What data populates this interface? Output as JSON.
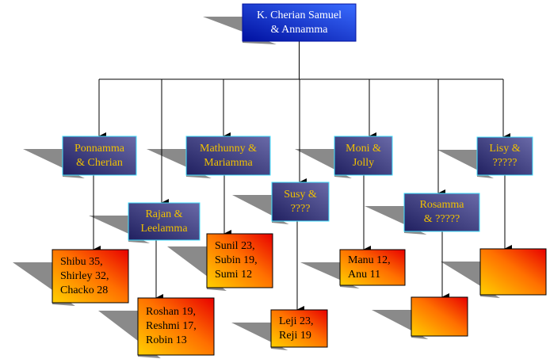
{
  "root": {
    "name": "K. Cherian Samuel\n& Annamma"
  },
  "couples": [
    {
      "id": "ponnamma",
      "name": "Ponnamma\n& Cherian",
      "children": "Shibu 35,\nShirley 32,\nChacko 28"
    },
    {
      "id": "rajan",
      "name": "Rajan &\nLeelamma",
      "children": "Roshan 19,\nReshmi 17,\nRobin 13"
    },
    {
      "id": "mathunny",
      "name": "Mathunny &\nMariamma",
      "children": "Sunil 23,\nSubin 19,\nSumi 12"
    },
    {
      "id": "susy",
      "name": "Susy &\n????",
      "children": "Leji 23,\nReji 19"
    },
    {
      "id": "moni",
      "name": "Moni &\nJolly",
      "children": "Manu 12,\nAnu 11"
    },
    {
      "id": "rosamma",
      "name": "Rosamma\n& ?????",
      "children": ""
    },
    {
      "id": "lisy",
      "name": "Lisy &\n?????",
      "children": ""
    }
  ],
  "colors": {
    "root_dark": "#0010a0",
    "root_light": "#3a6cff",
    "couple_dark": "#202060",
    "couple_light": "#6a6aa8",
    "couple_border": "#40e0ff",
    "child_red": "#e80000",
    "child_yellow": "#ffd000",
    "shadow": "#8a8a8a",
    "line": "#000000"
  }
}
